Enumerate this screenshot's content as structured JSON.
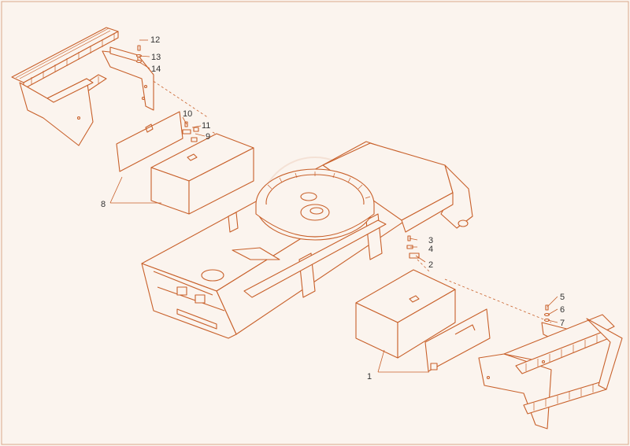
{
  "colors": {
    "line": "#c8602a",
    "background": "#fbf4ee",
    "callout_text": "#333333"
  },
  "callouts": {
    "c1": "1",
    "c2": "2",
    "c3": "3",
    "c4": "4",
    "c5": "5",
    "c6": "6",
    "c7": "7",
    "c8": "8",
    "c9": "9",
    "c10": "10",
    "c11": "11",
    "c12": "12",
    "c13": "13",
    "c14": "14"
  }
}
